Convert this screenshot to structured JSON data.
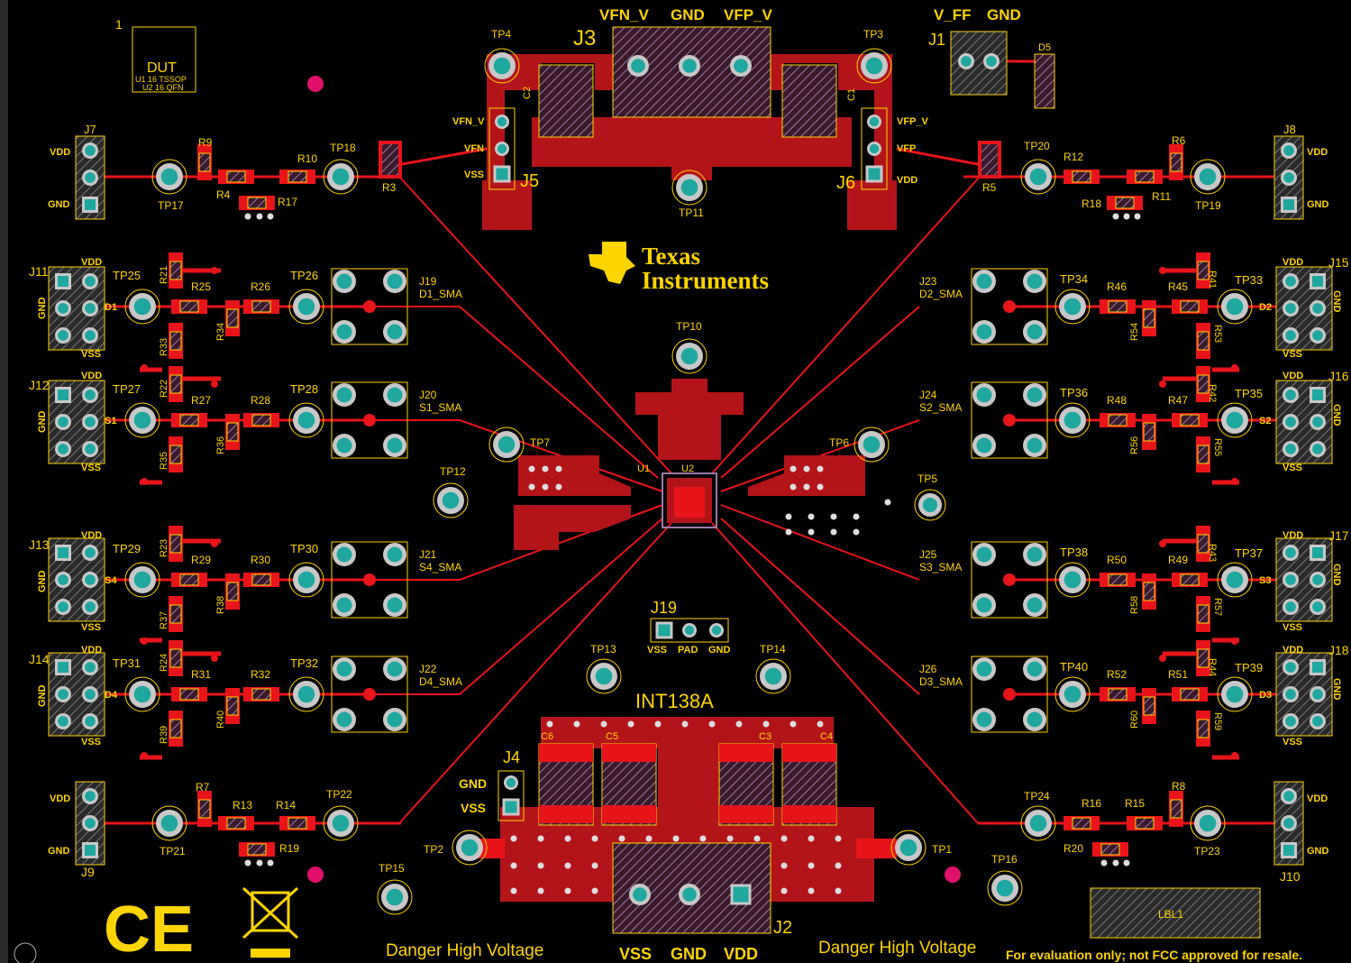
{
  "colors": {
    "background": "#000000",
    "copper": "#e8141a",
    "copper_dark": "#b3141a",
    "silkscreen": "#ffd400",
    "pad_teal": "#1fa7a0",
    "pad_ring": "#c8c8c8",
    "hatch": "#8a6a9a"
  },
  "labels": {
    "dut_title": "DUT",
    "dut_line1": "U1 16 TSSOP",
    "dut_line2": "U2 16 QFN",
    "corner_num": "1",
    "j3": "J3",
    "vfn_v": "VFN_V",
    "gnd_top": "GND",
    "vfp_v": "VFP_V",
    "j1": "J1",
    "v_ff": "V_FF",
    "gnd_j1": "GND",
    "d5": "D5",
    "tp4": "TP4",
    "tp3": "TP3",
    "c2": "C2",
    "c1": "C1",
    "j5": "J5",
    "j6": "J6",
    "vfn_v_side": "VFN_V",
    "vfn": "VFN",
    "vss_j5": "VSS",
    "vfp_v_side": "VFP_V",
    "vfp": "VFP",
    "vdd_j6": "VDD",
    "tp11": "TP11",
    "j7": "J7",
    "j8": "J8",
    "j9": "J9",
    "j10": "J10",
    "vdd": "VDD",
    "gnd": "GND",
    "vss": "VSS",
    "r9": "R9",
    "r4": "R4",
    "r10": "R10",
    "r17": "R17",
    "tp17": "TP17",
    "tp18": "TP18",
    "r3": "R3",
    "r5": "R5",
    "tp20": "TP20",
    "r12": "R12",
    "r18": "R18",
    "r6": "R6",
    "r11": "R11",
    "tp19": "TP19",
    "ti_line1": "Texas",
    "ti_line2": "Instruments",
    "j11": "J11",
    "j12": "J12",
    "j13": "J13",
    "j14": "J14",
    "j15": "J15",
    "j16": "J16",
    "j17": "J17",
    "j18": "J18",
    "d1": "D1",
    "s1": "S1",
    "s4": "S4",
    "d4": "D4",
    "d2": "D2",
    "s2": "S2",
    "s3": "S3",
    "d3": "D3",
    "tp25": "TP25",
    "tp26": "TP26",
    "tp27": "TP27",
    "tp28": "TP28",
    "tp29": "TP29",
    "tp30": "TP30",
    "tp31": "TP31",
    "tp32": "TP32",
    "tp33": "TP33",
    "tp34": "TP34",
    "tp35": "TP35",
    "tp36": "TP36",
    "tp37": "TP37",
    "tp38": "TP38",
    "tp39": "TP39",
    "tp40": "TP40",
    "r21": "R21",
    "r25": "R25",
    "r26": "R26",
    "r33": "R33",
    "r34": "R34",
    "r22": "R22",
    "r27": "R27",
    "r28": "R28",
    "r35": "R35",
    "r36": "R36",
    "r23": "R23",
    "r29": "R29",
    "r30": "R30",
    "r37": "R37",
    "r38": "R38",
    "r24": "R24",
    "r31": "R31",
    "r32": "R32",
    "r39": "R39",
    "r40": "R40",
    "r41": "R41",
    "r45": "R45",
    "r46": "R46",
    "r53": "R53",
    "r54": "R54",
    "r42": "R42",
    "r47": "R47",
    "r48": "R48",
    "r55": "R55",
    "r56": "R56",
    "r43": "R43",
    "r49": "R49",
    "r50": "R50",
    "r57": "R57",
    "r58": "R58",
    "r44": "R44",
    "r51": "R51",
    "r52": "R52",
    "r59": "R59",
    "r60": "R60",
    "j19": "J19",
    "d1_sma": "D1_SMA",
    "j20": "J20",
    "s1_sma": "S1_SMA",
    "j21": "J21",
    "s4_sma": "S4_SMA",
    "j22": "J22",
    "d4_sma": "D4_SMA",
    "j23": "J23",
    "d2_sma": "D2_SMA",
    "j24": "J24",
    "s2_sma": "S2_SMA",
    "j25": "J25",
    "s3_sma": "S3_SMA",
    "j26": "J26",
    "d3_sma": "D3_SMA",
    "tp10": "TP10",
    "tp7": "TP7",
    "tp6": "TP6",
    "tp12": "TP12",
    "tp5": "TP5",
    "u1": "U1",
    "u2": "U2",
    "j19_bottom": "J19",
    "pad": "PAD",
    "tp13": "TP13",
    "tp14": "TP14",
    "int138a": "INT138A",
    "c6": "C6",
    "c5": "C5",
    "c3": "C3",
    "c4": "C4",
    "j4": "J4",
    "tp2": "TP2",
    "tp1": "TP1",
    "j2": "J2",
    "vss_bottom": "VSS",
    "gnd_bottom": "GND",
    "vdd_bottom": "VDD",
    "r7": "R7",
    "r13": "R13",
    "r14": "R14",
    "r19": "R19",
    "tp21": "TP21",
    "tp22": "TP22",
    "r8": "R8",
    "r16": "R16",
    "r15": "R15",
    "r20": "R20",
    "tp23": "TP23",
    "tp24": "TP24",
    "tp15": "TP15",
    "tp16": "TP16",
    "ce": "CE",
    "danger_left": "Danger High Voltage",
    "danger_right": "Danger High Voltage",
    "lbl1": "LBL1",
    "fcc_notice": "For evaluation only; not FCC approved for resale."
  }
}
